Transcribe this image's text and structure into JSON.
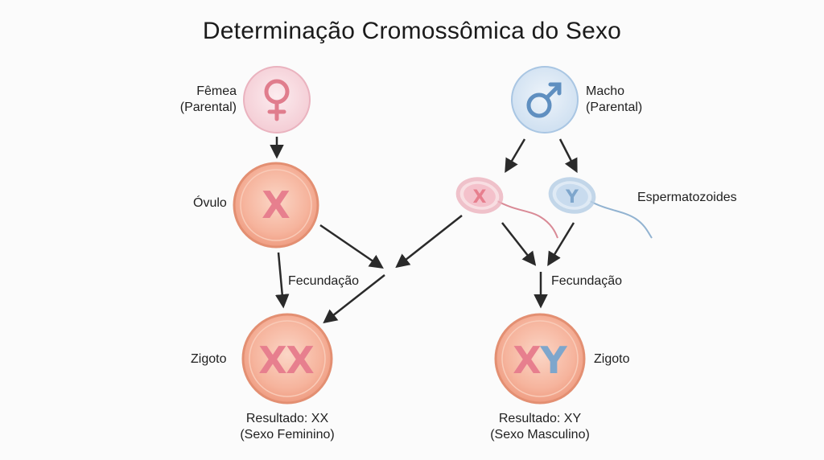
{
  "title": "Determinação Cromossômica do Sexo",
  "female_parent": {
    "label_line1": "Fêmea",
    "label_line2": "(Parental)",
    "icon": "female-symbol-icon"
  },
  "male_parent": {
    "label_line1": "Macho",
    "label_line2": "(Parental)",
    "icon": "male-symbol-icon"
  },
  "ovum": {
    "label": "Óvulo",
    "chromosome": "X"
  },
  "sperm": {
    "label": "Espermatozoides",
    "chromosomes": [
      "X",
      "Y"
    ]
  },
  "fertilization_label": "Fecundação",
  "zygote_label": "Zigoto",
  "zygote_female": {
    "chromosomes": [
      "X",
      "X"
    ],
    "result_line1": "Resultado: XX",
    "result_line2": "(Sexo Feminino)"
  },
  "zygote_male": {
    "chromosomes": [
      "X",
      "Y"
    ],
    "result_line1": "Resultado: XY",
    "result_line2": "(Sexo Masculino)"
  },
  "colors": {
    "female_circle": "#f7dbe1",
    "female_symbol": "#e07d8d",
    "male_circle": "#dde9f5",
    "male_symbol": "#5f8fc0",
    "cell_fill": "#f6b49d",
    "cell_border": "#e38f72",
    "x_chromosome": "#e77f8e",
    "y_chromosome": "#7ea6cc",
    "arrow": "#2a2a2a"
  }
}
